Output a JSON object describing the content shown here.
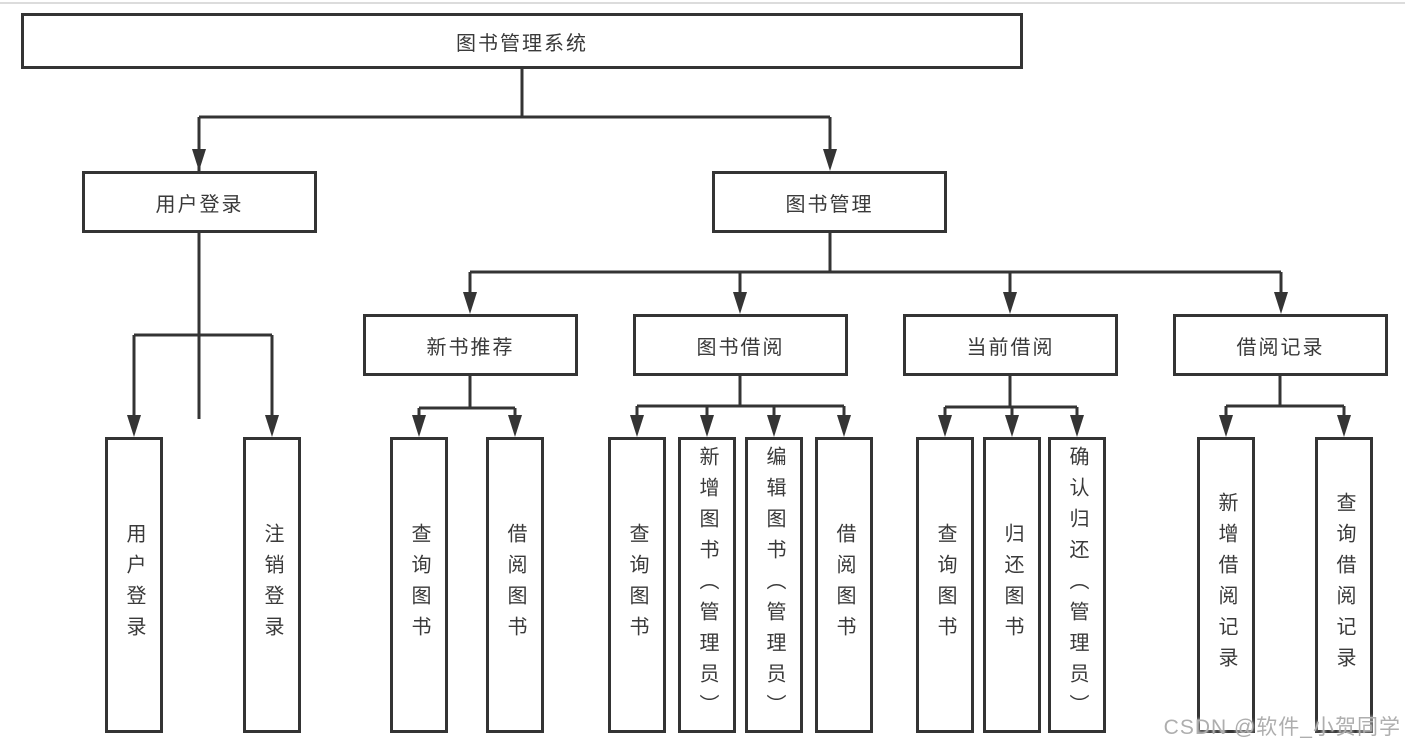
{
  "diagram": {
    "title": "图书管理系统",
    "nodes": {
      "root": "图书管理系统",
      "user_login": "用户登录",
      "book_mgmt": "图书管理",
      "new_book": "新书推荐",
      "book_borrow": "图书借阅",
      "current_borrow": "当前借阅",
      "borrow_record": "借阅记录"
    },
    "leaves": {
      "user_login": [
        "用户登录",
        "注销登录"
      ],
      "new_book": [
        "查询图书",
        "借阅图书"
      ],
      "book_borrow": [
        "查询图书",
        "新增图书（管理员）",
        "编辑图书（管理员）",
        "借阅图书"
      ],
      "current_borrow": [
        "查询图书",
        "归还图书",
        "确认归还（管理员）"
      ],
      "borrow_record": [
        "新增借阅记录",
        "查询借阅记录"
      ]
    },
    "line_color": "#343434",
    "watermark": "CSDN @软件_小贺同学"
  }
}
